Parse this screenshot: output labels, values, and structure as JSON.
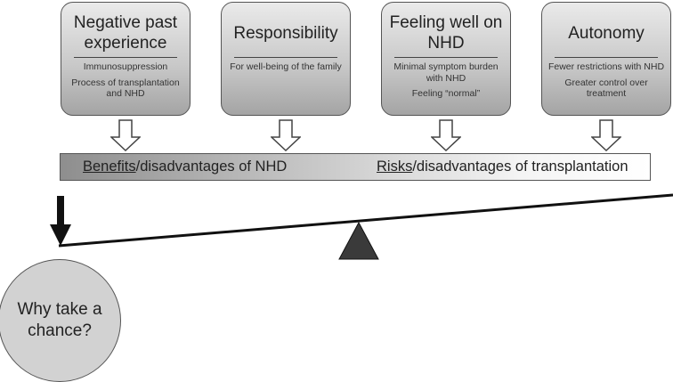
{
  "cards": [
    {
      "title": "Negative past experience",
      "items": [
        "Immunosuppression",
        "Process of transplantation and NHD"
      ]
    },
    {
      "title": "Responsibility",
      "items": [
        "For well-being of the family"
      ]
    },
    {
      "title": "Feeling well on NHD",
      "items": [
        "Minimal symptom burden with NHD",
        "Feeling “normal”"
      ]
    },
    {
      "title": "Autonomy",
      "items": [
        "Fewer restrictions with NHD",
        "Greater control over treatment"
      ]
    }
  ],
  "bar": {
    "left_underlined": "Benefits",
    "left_rest": "/disadvantages of NHD",
    "right_underlined": "Risks",
    "right_rest": "/disadvantages of transplantation"
  },
  "circle_label": "Why take a chance?",
  "colors": {
    "card_top": "#eaeaea",
    "card_bottom": "#a4a4a4",
    "fulcrum": "#3a3a3a",
    "circle": "#d2d2d2"
  }
}
